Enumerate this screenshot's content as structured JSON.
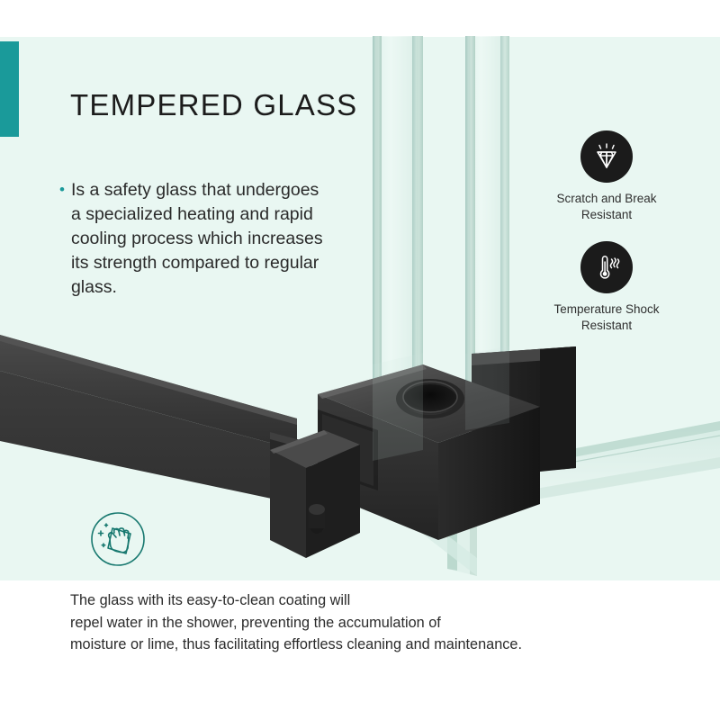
{
  "title": "TEMPERED GLASS",
  "bullet": {
    "marker": "•",
    "text": "Is a safety glass that undergoes a specialized heating and rapid cooling process which increases its strength compared to regular glass."
  },
  "features": [
    {
      "icon": "diamond-icon",
      "label_line1": "Scratch and Break",
      "label_line2": "Resistant"
    },
    {
      "icon": "thermometer-icon",
      "label_line1": "Temperature Shock",
      "label_line2": "Resistant"
    }
  ],
  "clean_icon": "wiping-hand-icon",
  "footer": {
    "line1": "The glass with its easy-to-clean coating will",
    "line2": "repel water in the shower, preventing the accumulation of",
    "line3": "moisture or lime, thus facilitating effortless cleaning and maintenance."
  },
  "product": {
    "name": "black-glass-clamp-connector",
    "description": "Matte black square shower glass clamp joining a vertical tempered glass panel and a horizontal glass panel with a black support bar"
  },
  "colors": {
    "accent_teal": "#1a9a9a",
    "mint_background": "#e9f7f2",
    "white": "#ffffff",
    "icon_black": "#1b1b1b",
    "text_dark": "#2a2a2a",
    "hardware_black": "#3a3a3a",
    "glass_tint": "#cfe5dd"
  }
}
